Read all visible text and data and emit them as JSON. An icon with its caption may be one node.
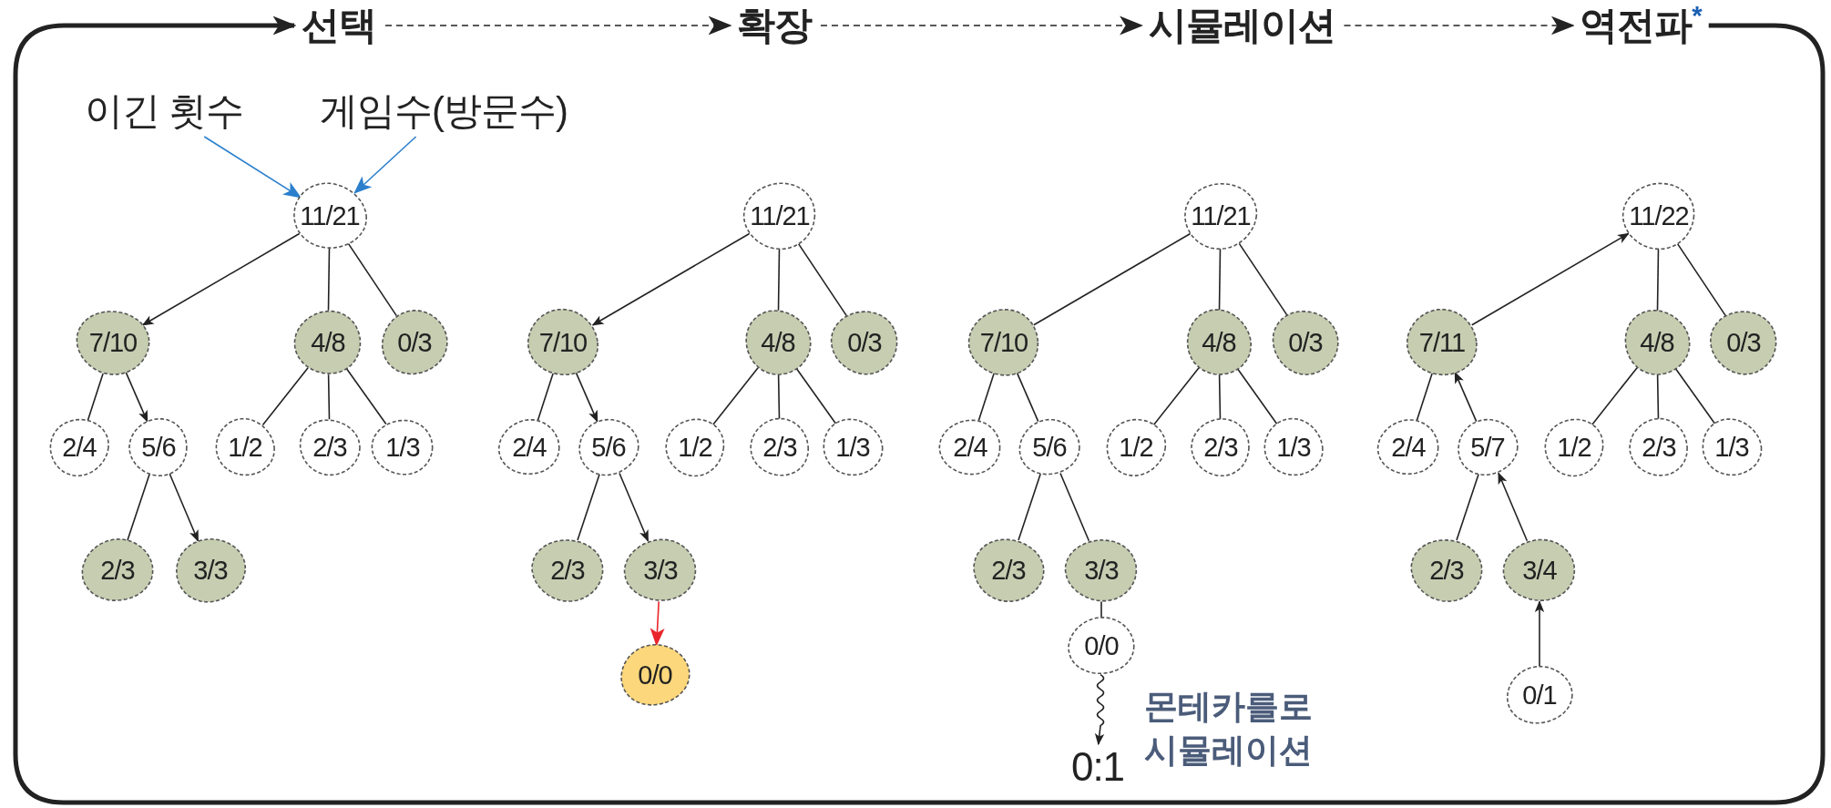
{
  "diagram": {
    "nodes": [
      {
        "text": [
          "선택"
        ]
      },
      {
        "text": [
          "확장"
        ]
      },
      {
        "text": [
          "시뮬레이션"
        ]
      },
      {
        "text": [
          "역전파$^{*}$"
        ]
      },
      {
        "text": [
          "이긴 횟수"
        ]
      },
      {
        "text": [
          "게임수(방문수)"
        ]
      },
      {
        "text": [
          "11/21"
        ]
      },
      {
        "text": [
          "7/10"
        ]
      },
      {
        "text": [
          "4/8"
        ]
      },
      {
        "text": [
          "0/3"
        ]
      },
      {
        "text": [
          "2/4"
        ]
      },
      {
        "text": [
          "5/6"
        ]
      },
      {
        "text": [
          "1/2"
        ]
      },
      {
        "text": [
          "2/3"
        ]
      },
      {
        "text": [
          "1/3"
        ]
      },
      {
        "text": [
          "2/3"
        ]
      },
      {
        "text": [
          "3/3"
        ]
      },
      {
        "text": [
          "11/21"
        ]
      },
      {
        "text": [
          "7/10"
        ]
      },
      {
        "text": [
          "4/8"
        ]
      },
      {
        "text": [
          "0/3"
        ]
      },
      {
        "text": [
          "2/4"
        ]
      },
      {
        "text": [
          "5/6"
        ]
      },
      {
        "text": [
          "1/2"
        ]
      },
      {
        "text": [
          "2/3"
        ]
      },
      {
        "text": [
          "1/3"
        ]
      },
      {
        "text": [
          "2/3"
        ]
      },
      {
        "text": [
          "3/3"
        ]
      },
      {
        "text": [
          "0/0"
        ]
      },
      {
        "text": [
          "11/21"
        ]
      },
      {
        "text": [
          "7/10"
        ]
      },
      {
        "text": [
          "4/8"
        ]
      },
      {
        "text": [
          "0/3"
        ]
      },
      {
        "text": [
          "2/4"
        ]
      },
      {
        "text": [
          "5/6"
        ]
      },
      {
        "text": [
          "1/2"
        ]
      },
      {
        "text": [
          "2/3"
        ]
      },
      {
        "text": [
          "1/3"
        ]
      },
      {
        "text": [
          "2/3"
        ]
      },
      {
        "text": [
          "3/3"
        ]
      },
      {
        "text": [
          "0/0"
        ]
      },
      {
        "text": [
          "0:1"
        ]
      },
      {
        "text": [
          "11/22"
        ]
      },
      {
        "text": [
          "7/11"
        ]
      },
      {
        "text": [
          "4/8"
        ]
      },
      {
        "text": [
          "0/3"
        ]
      },
      {
        "text": [
          "2/4"
        ]
      },
      {
        "text": [
          "5/7"
        ]
      },
      {
        "text": [
          "1/2"
        ]
      },
      {
        "text": [
          "2/3"
        ]
      },
      {
        "text": [
          "1/3"
        ]
      },
      {
        "text": [
          "2/3"
        ]
      },
      {
        "text": [
          "3/4"
        ]
      },
      {
        "text": [
          "0/1"
        ]
      }
    ],
    "edges": [
      {
        "from": 0,
        "to": 1,
        "arrow": "to",
        "style": "dashed"
      },
      {
        "from": 1,
        "to": 2,
        "arrow": "to",
        "style": "dashed"
      },
      {
        "from": 2,
        "to": 3,
        "arrow": "to",
        "style": "dashed"
      },
      {
        "from": 3,
        "to": 0,
        "arrow": "to",
        "style": "thick"
      },
      {
        "from": 4,
        "to": 6,
        "arrow": "to",
        "color": "#2b7fcc"
      },
      {
        "from": 5,
        "to": 6,
        "arrow": "to",
        "color": "#2b7fcc"
      },
      {
        "from": 6,
        "to": 7,
        "arrow": "to"
      },
      {
        "from": 6,
        "to": 8,
        "arrow": "none"
      },
      {
        "from": 6,
        "to": 9,
        "arrow": "none"
      },
      {
        "from": 7,
        "to": 10,
        "arrow": "none"
      },
      {
        "from": 7,
        "to": 11,
        "arrow": "to"
      },
      {
        "from": 8,
        "to": 12,
        "arrow": "none"
      },
      {
        "from": 8,
        "to": 13,
        "arrow": "none"
      },
      {
        "from": 8,
        "to": 14,
        "arrow": "none"
      },
      {
        "from": 11,
        "to": 15,
        "arrow": "none"
      },
      {
        "from": 11,
        "to": 16,
        "arrow": "to"
      },
      {
        "from": 17,
        "to": 18,
        "arrow": "to"
      },
      {
        "from": 17,
        "to": 19,
        "arrow": "none"
      },
      {
        "from": 17,
        "to": 20,
        "arrow": "none"
      },
      {
        "from": 18,
        "to": 21,
        "arrow": "none"
      },
      {
        "from": 18,
        "to": 22,
        "arrow": "to"
      },
      {
        "from": 19,
        "to": 23,
        "arrow": "none"
      },
      {
        "from": 19,
        "to": 24,
        "arrow": "none"
      },
      {
        "from": 19,
        "to": 25,
        "arrow": "none"
      },
      {
        "from": 22,
        "to": 26,
        "arrow": "none"
      },
      {
        "from": 22,
        "to": 27,
        "arrow": "to"
      },
      {
        "from": 27,
        "to": 28,
        "arrow": "to",
        "color": "#e8262b"
      },
      {
        "from": 29,
        "to": 30,
        "arrow": "none"
      },
      {
        "from": 29,
        "to": 31,
        "arrow": "none"
      },
      {
        "from": 29,
        "to": 32,
        "arrow": "none"
      },
      {
        "from": 30,
        "to": 33,
        "arrow": "none"
      },
      {
        "from": 30,
        "to": 34,
        "arrow": "none"
      },
      {
        "from": 31,
        "to": 35,
        "arrow": "none"
      },
      {
        "from": 31,
        "to": 36,
        "arrow": "none"
      },
      {
        "from": 31,
        "to": 37,
        "arrow": "none"
      },
      {
        "from": 34,
        "to": 38,
        "arrow": "none"
      },
      {
        "from": 34,
        "to": 39,
        "arrow": "none"
      },
      {
        "from": 39,
        "to": 40,
        "arrow": "none"
      },
      {
        "from": 40,
        "to": 41,
        "arrow": "to"
      },
      {
        "from": 43,
        "to": 42,
        "arrow": "to"
      },
      {
        "from": 42,
        "to": 44,
        "arrow": "none"
      },
      {
        "from": 42,
        "to": 45,
        "arrow": "none"
      },
      {
        "from": 43,
        "to": 46,
        "arrow": "none"
      },
      {
        "from": 47,
        "to": 43,
        "arrow": "to"
      },
      {
        "from": 44,
        "to": 48,
        "arrow": "none"
      },
      {
        "from": 44,
        "to": 49,
        "arrow": "none"
      },
      {
        "from": 44,
        "to": 50,
        "arrow": "none"
      },
      {
        "from": 47,
        "to": 51,
        "arrow": "none"
      },
      {
        "from": 52,
        "to": 47,
        "arrow": "to"
      },
      {
        "from": 53,
        "to": 52,
        "arrow": "to"
      }
    ],
    "labels": [
      "몬테카를로 시뮬레이션"
    ]
  }
}
